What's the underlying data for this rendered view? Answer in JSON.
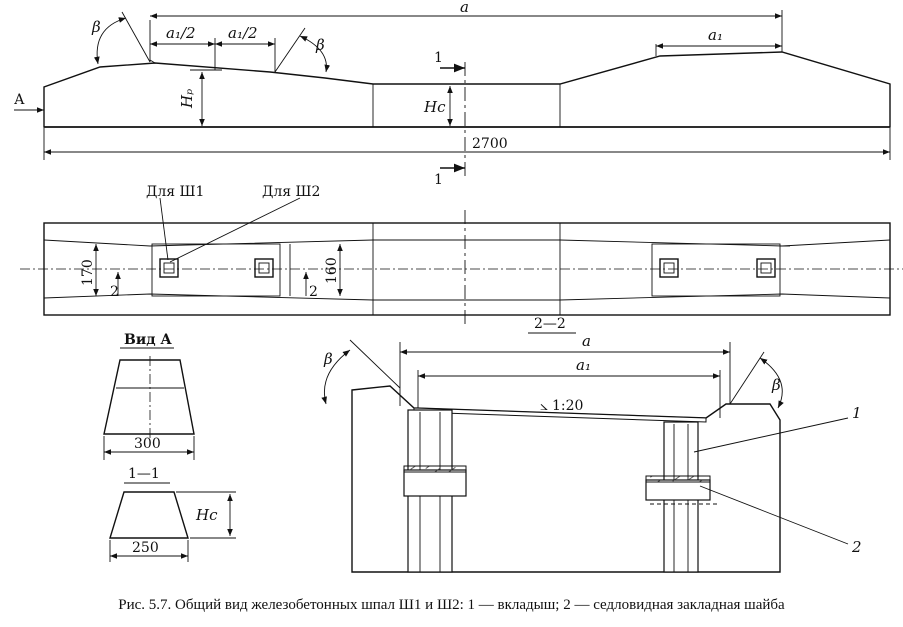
{
  "figure": {
    "caption": "Рис. 5.7. Общий вид железобетонных шпал Ш1 и Ш2: 1 — вкладыш; 2 — седловидная закладная шайба"
  },
  "labels": {
    "a": "a",
    "a1_half": "a₁/2",
    "a1": "a₁",
    "beta": "β",
    "view_arrow": "А",
    "hp": "Hₚ",
    "hc": "Hс",
    "section_mark": "1",
    "length": "2700",
    "for_sh1": "Для Ш1",
    "for_sh2": "Для Ш2",
    "width_170": "170",
    "width_160": "160",
    "mark_2": "2",
    "view_a_title": "Вид А",
    "dim_300": "300",
    "section_1_1": "1—1",
    "dim_250": "250",
    "section_2_2": "2—2",
    "slope": "1:20",
    "callout_1": "1",
    "callout_2": "2"
  }
}
